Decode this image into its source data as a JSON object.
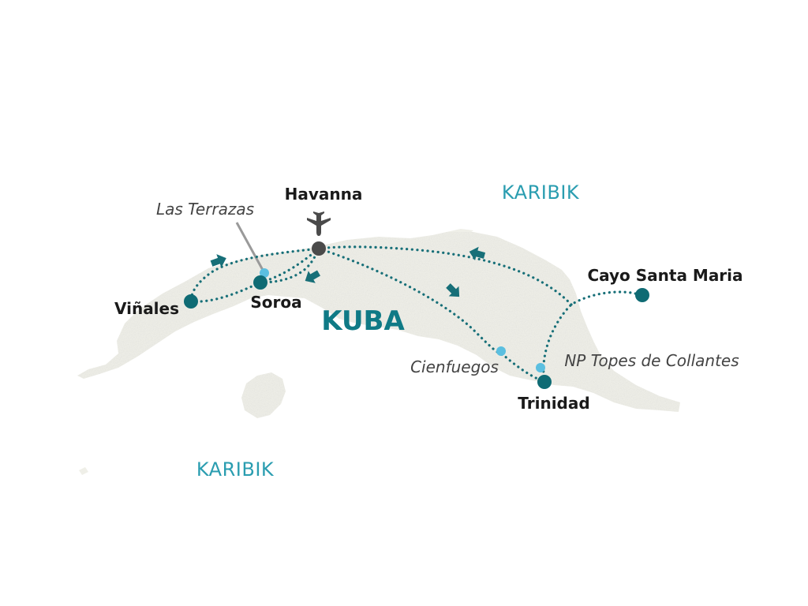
{
  "colors": {
    "land": "#efefe8",
    "land_texture": "#e2e2d8",
    "route": "#176f78",
    "major_stop": "#0f6b74",
    "minor_stop": "#5bbfe0",
    "capital_marker": "#4a4a4a",
    "pointer_line": "#9a9a9a",
    "sea_label": "#2a9db0",
    "country_label": "#0f7a86"
  },
  "labels": {
    "country": "KUBA",
    "sea_north": "KARIBIK",
    "sea_south": "KARIBIK"
  },
  "icons": {
    "capital": "airplane-icon"
  },
  "stops": [
    {
      "id": "havanna",
      "label": "Havanna",
      "type": "capital"
    },
    {
      "id": "las-terrazas",
      "label": "Las Terrazas",
      "type": "minor"
    },
    {
      "id": "soroa",
      "label": "Soroa",
      "type": "major"
    },
    {
      "id": "vinales",
      "label": "Viñales",
      "type": "major"
    },
    {
      "id": "cienfuegos",
      "label": "Cienfuegos",
      "type": "minor"
    },
    {
      "id": "trinidad",
      "label": "Trinidad",
      "type": "major"
    },
    {
      "id": "topes",
      "label": "NP Topes de Collantes",
      "type": "minor"
    },
    {
      "id": "cayo",
      "label": "Cayo Santa Maria",
      "type": "major"
    }
  ],
  "route_order": [
    "havanna",
    "las-terrazas",
    "vinales",
    "soroa",
    "havanna",
    "cienfuegos",
    "trinidad",
    "topes",
    "cayo",
    "havanna"
  ]
}
